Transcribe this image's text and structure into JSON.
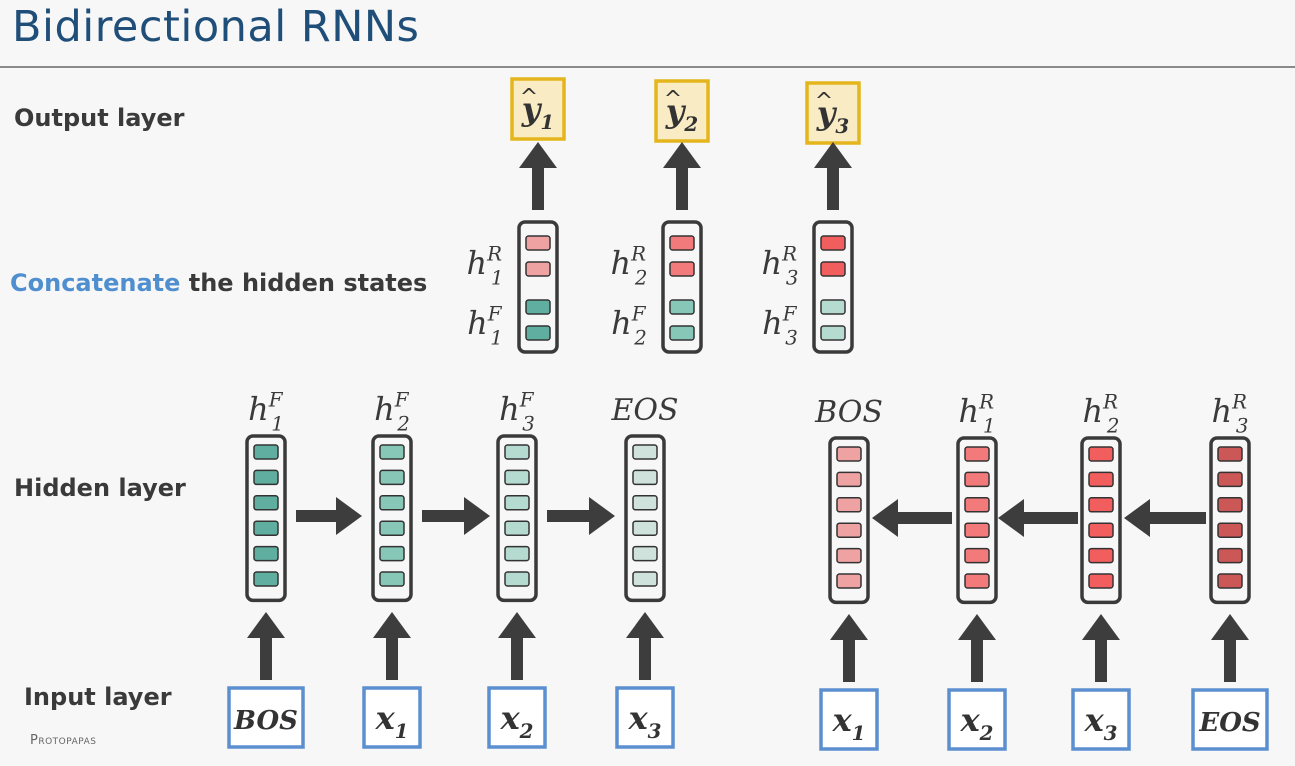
{
  "header": {
    "title": "Bidirectional RNNs"
  },
  "rows": {
    "output": "Output layer",
    "concat_word": "Concatenate",
    "concat_rest": " the hidden states",
    "hidden": "Hidden layer",
    "input": "Input layer"
  },
  "footer": "Protopapas",
  "colors": {
    "teal_dark": "#5fae9f",
    "teal_mid": "#86c7b8",
    "teal_light": "#b5dacf",
    "teal_pale": "#cfe3dc",
    "red_light": "#eea2a2",
    "red_mid": "#f27a7a",
    "red_bright": "#f25e5e",
    "red_dark": "#cc5757",
    "input_border": "#5b8fd0",
    "output_border": "#e4b51c",
    "output_fill": "#f9ecc4",
    "arrow": "#3d3d3d"
  },
  "outputs": [
    {
      "base": "y",
      "sub": "1"
    },
    {
      "base": "y",
      "sub": "2"
    },
    {
      "base": "y",
      "sub": "3"
    }
  ],
  "concat": [
    {
      "r_label": "1",
      "f_label": "1"
    },
    {
      "r_label": "2",
      "f_label": "2"
    },
    {
      "r_label": "3",
      "f_label": "3"
    }
  ],
  "forward": {
    "labels": [
      {
        "base": "h",
        "sub": "1",
        "sup": "F"
      },
      {
        "base": "h",
        "sub": "2",
        "sup": "F"
      },
      {
        "base": "h",
        "sub": "3",
        "sup": "F"
      },
      {
        "base": "EOS",
        "sub": "",
        "sup": ""
      }
    ],
    "inputs": [
      {
        "base": "BOS",
        "sub": ""
      },
      {
        "base": "x",
        "sub": "1"
      },
      {
        "base": "x",
        "sub": "2"
      },
      {
        "base": "x",
        "sub": "3"
      }
    ]
  },
  "reverse": {
    "labels": [
      {
        "base": "BOS",
        "sub": "",
        "sup": ""
      },
      {
        "base": "h",
        "sub": "1",
        "sup": "R"
      },
      {
        "base": "h",
        "sub": "2",
        "sup": "R"
      },
      {
        "base": "h",
        "sub": "3",
        "sup": "R"
      }
    ],
    "inputs": [
      {
        "base": "x",
        "sub": "1"
      },
      {
        "base": "x",
        "sub": "2"
      },
      {
        "base": "x",
        "sub": "3"
      },
      {
        "base": "EOS",
        "sub": ""
      }
    ]
  }
}
